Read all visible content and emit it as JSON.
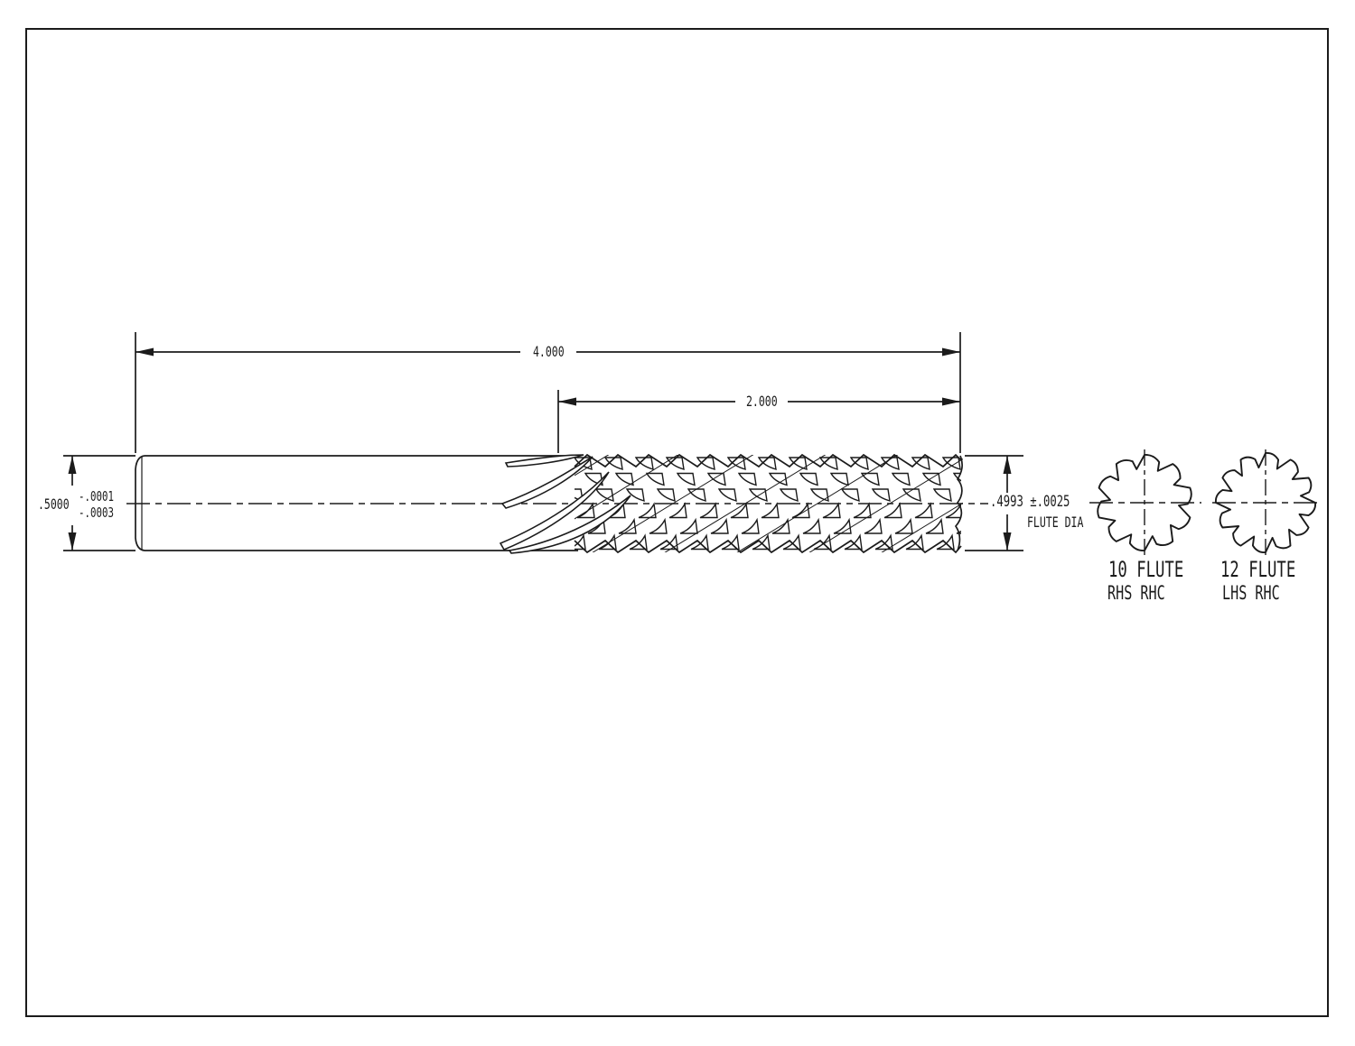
{
  "drawing": {
    "type": "end-mill technical drawing",
    "dimensions": {
      "overall_length": "4.000",
      "flute_length": "2.000",
      "shank_diameter": ".5000",
      "shank_tolerance_upper": "-.0001",
      "shank_tolerance_lower": "-.0003",
      "flute_diameter": ".4993 ±.0025",
      "flute_diameter_label": "FLUTE DIA"
    },
    "end_views": [
      {
        "flutes": 10,
        "label": "10 FLUTE",
        "style": "RHS RHC"
      },
      {
        "flutes": 12,
        "label": "12 FLUTE",
        "style": "LHS RHC"
      }
    ],
    "colors": {
      "line": "#1b1b1b",
      "background": "#ffffff"
    }
  }
}
